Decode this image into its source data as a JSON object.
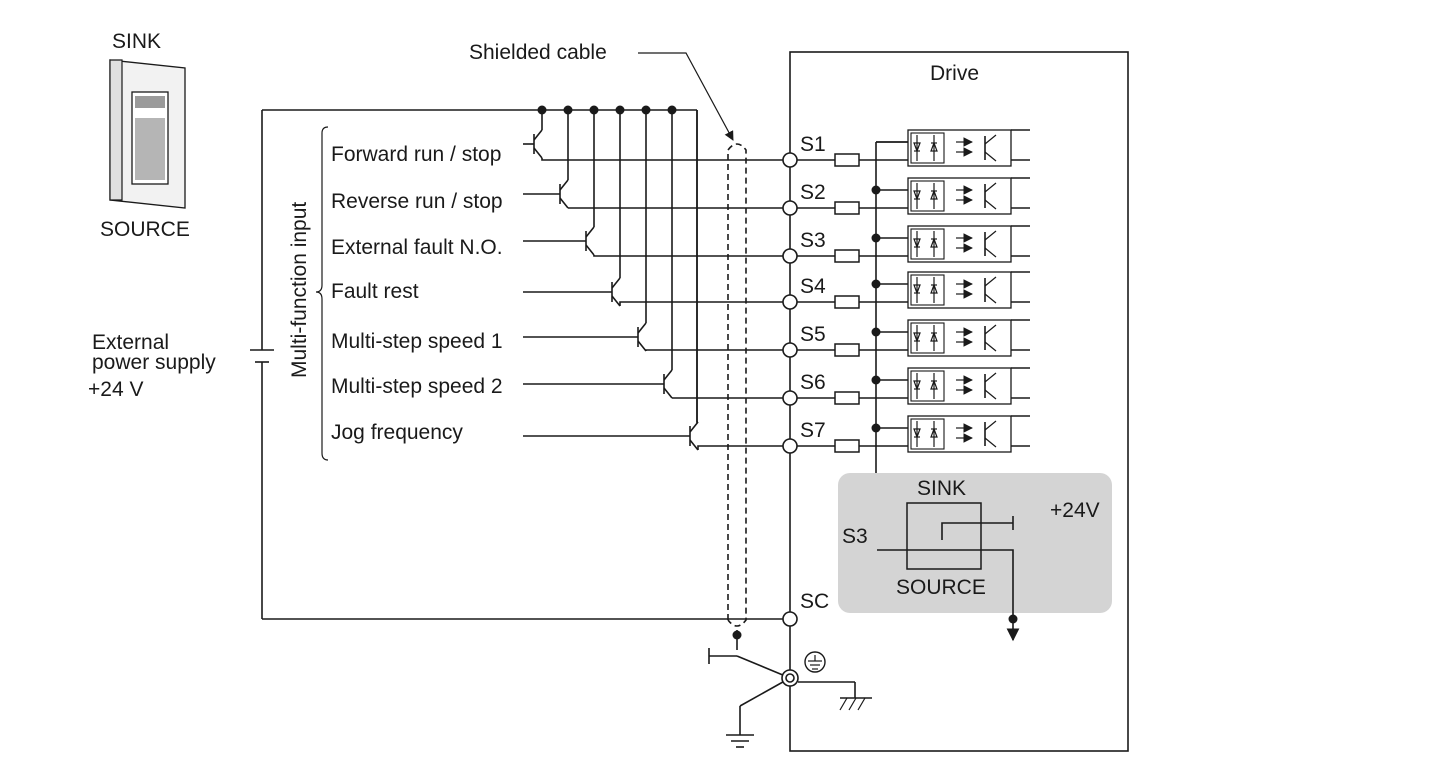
{
  "switch_graphic": {
    "top_label": "SINK",
    "bottom_label": "SOURCE"
  },
  "shielded_cable_label": "Shielded cable",
  "drive_label": "Drive",
  "group_label": "Multi-function input",
  "external_supply": {
    "line1": "External",
    "line2": "power supply",
    "line3": "+24 V"
  },
  "inputs": [
    {
      "function": "Forward run / stop",
      "terminal": "S1"
    },
    {
      "function": "Reverse run / stop",
      "terminal": "S2"
    },
    {
      "function": "External fault N.O.",
      "terminal": "S3"
    },
    {
      "function": "Fault rest",
      "terminal": "S4"
    },
    {
      "function": "Multi-step speed 1",
      "terminal": "S5"
    },
    {
      "function": "Multi-step speed 2",
      "terminal": "S6"
    },
    {
      "function": "Jog frequency",
      "terminal": "S7"
    }
  ],
  "selector_panel": {
    "sink_label": "SINK",
    "source_label": "SOURCE",
    "plus24_label": "+24V",
    "terminal_label": "S3",
    "panel_color": "#d4d4d4"
  },
  "sc_terminal": "SC",
  "icons": [
    "ground-icon",
    "chassis-ground-icon",
    "protective-earth-icon",
    "photocoupler-icon",
    "transistor-icon",
    "resistor-icon"
  ]
}
